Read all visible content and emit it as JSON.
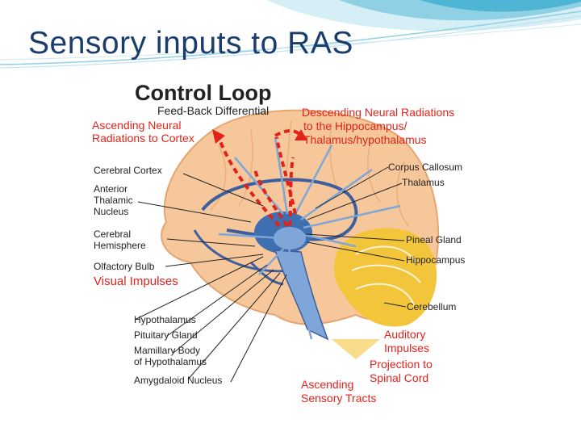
{
  "slide": {
    "title": "Sensory inputs to RAS"
  },
  "diagram": {
    "title": "Control Loop",
    "feedback": "Feed-Back Differential",
    "ascending": [
      "Ascending Neural",
      "Radiations to Cortex"
    ],
    "descending": [
      "Descending Neural Radiations",
      "to the Hippocampus/",
      "Thalamus/hypothalamus"
    ],
    "left_labels": {
      "cerebral_cortex": "Cerebral Cortex",
      "anterior": [
        "Anterior",
        "Thalamic",
        "Nucleus"
      ],
      "hemisphere": [
        "Cerebral",
        "Hemisphere"
      ],
      "olfactory": "Olfactory Bulb",
      "visual": "Visual Impulses"
    },
    "bottom_labels": {
      "hypothalamus": "Hypothalamus",
      "pituitary": "Pituitary Gland",
      "mamillary": [
        "Mamillary Body",
        "of Hypothalamus"
      ],
      "amygdaloid": "Amygdaloid Nucleus"
    },
    "right_labels": {
      "corpus": "Corpus Callosum",
      "thalamus": "Thalamus",
      "pineal": "Pineal Gland",
      "hippocampus": "Hippocampus",
      "cerebellum": "Cerebellum",
      "auditory": [
        "Auditory",
        "Impulses"
      ],
      "projection": [
        "Projection to",
        "Spinal Cord"
      ],
      "sensory": [
        "Ascending",
        "Sensory Tracts"
      ]
    },
    "colors": {
      "label_red": "#e1231b",
      "label_black": "#222222",
      "brain": "#f6c79a",
      "cerebellum": "#f3c53a",
      "path_blue": "#3e5f9e"
    }
  }
}
